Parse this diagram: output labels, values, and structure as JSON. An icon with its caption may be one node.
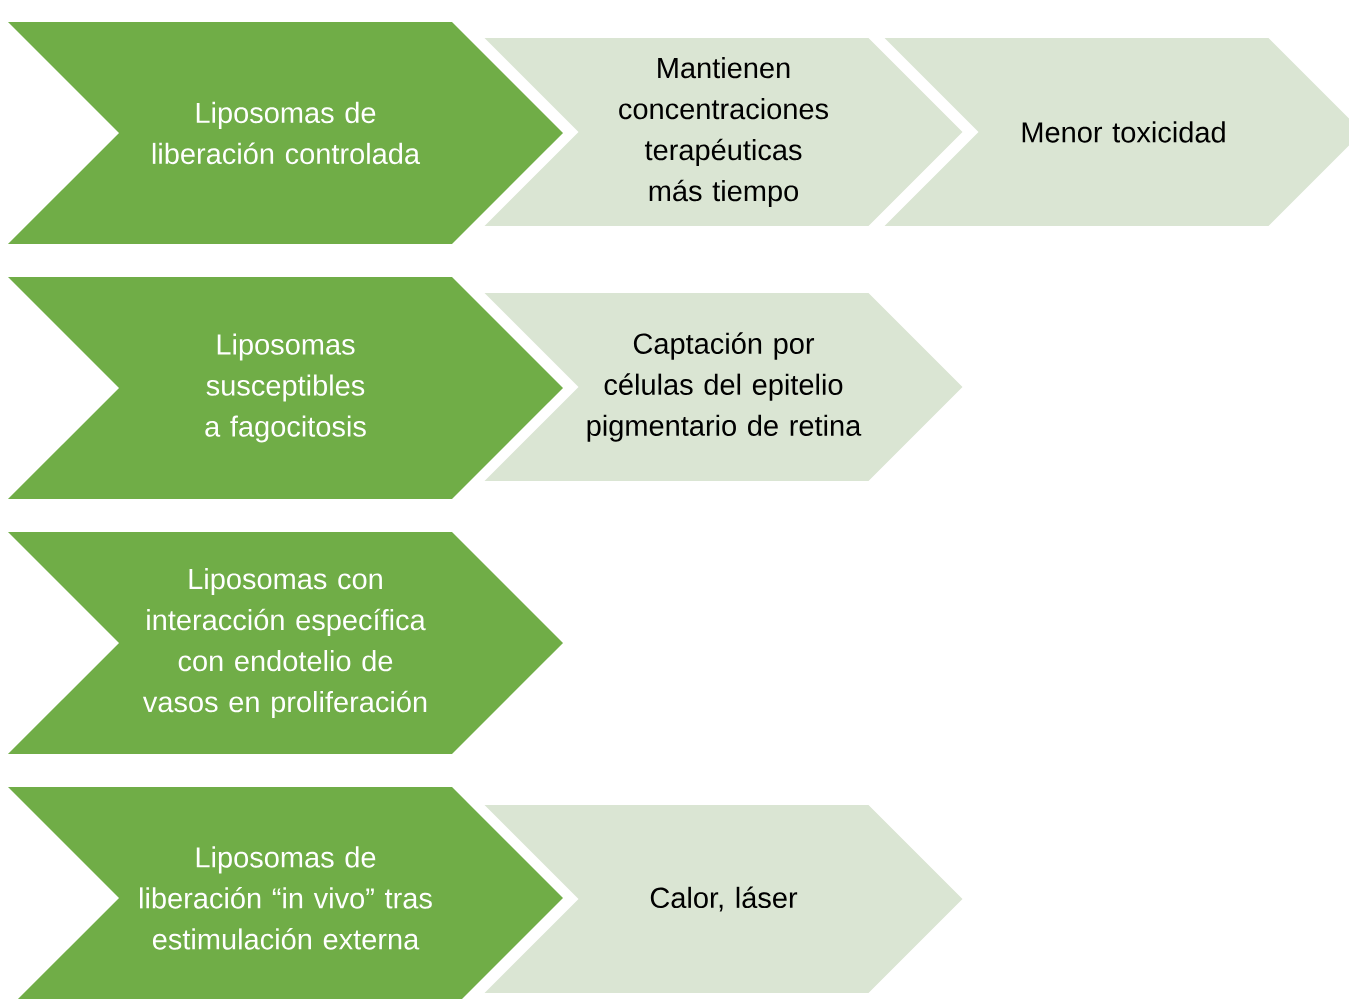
{
  "diagram": {
    "nodes": [
      {
        "text": [
          "Liposomas de liberación controlada"
        ]
      },
      {
        "text": [
          "Mantienen concentraciones terapéuticas más tiempo"
        ]
      },
      {
        "text": [
          "Menor toxicidad"
        ]
      },
      {
        "text": [
          "Liposomas susceptibles a fagocitosis"
        ]
      },
      {
        "text": [
          "Captación por células del epitelio pigmentario de retina"
        ]
      },
      {
        "text": [
          "Liposomas con interacción específica con endotelio de vasos en proliferación"
        ]
      },
      {
        "text": [
          "Liposomas de liberación “in vivo” tras estimulación externa"
        ]
      },
      {
        "text": [
          "Calor, láser"
        ]
      }
    ]
  }
}
